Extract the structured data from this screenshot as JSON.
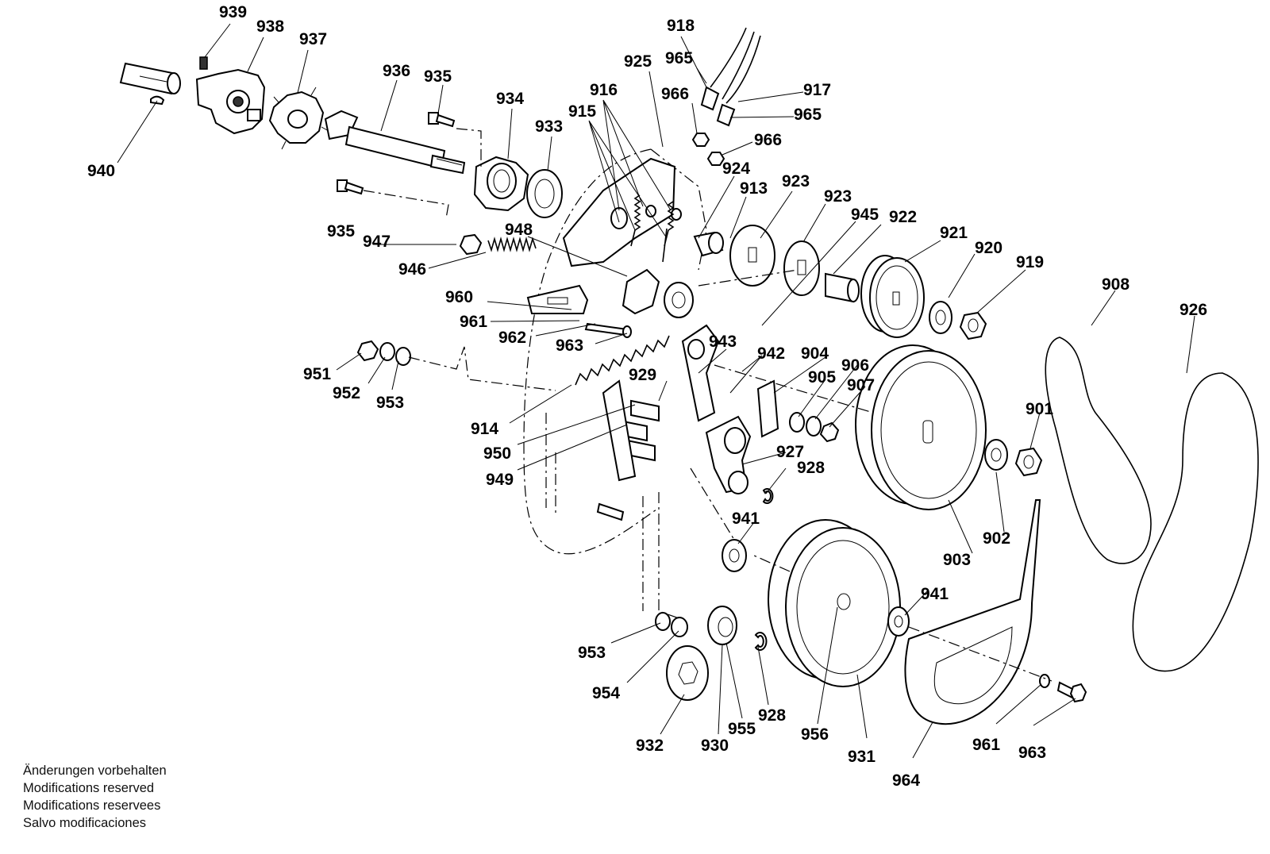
{
  "footer": {
    "lines": [
      "Änderungen vorbehalten",
      "Modifications reserved",
      "Modifications reservees",
      "Salvo modificaciones"
    ]
  },
  "callouts": [
    "939",
    "938",
    "937",
    "936",
    "935",
    "934",
    "933",
    "918",
    "925",
    "965",
    "966",
    "917",
    "965",
    "966",
    "916",
    "915",
    "924",
    "913",
    "923",
    "923",
    "945",
    "922",
    "921",
    "920",
    "919",
    "908",
    "926",
    "940",
    "935",
    "947",
    "948",
    "946",
    "960",
    "961",
    "962",
    "963",
    "943",
    "942",
    "904",
    "905",
    "906",
    "907",
    "951",
    "952",
    "953",
    "929",
    "914",
    "950",
    "949",
    "927",
    "928",
    "941",
    "903",
    "902",
    "901",
    "941",
    "953",
    "954",
    "932",
    "930",
    "955",
    "928",
    "956",
    "931",
    "964",
    "961",
    "963"
  ]
}
